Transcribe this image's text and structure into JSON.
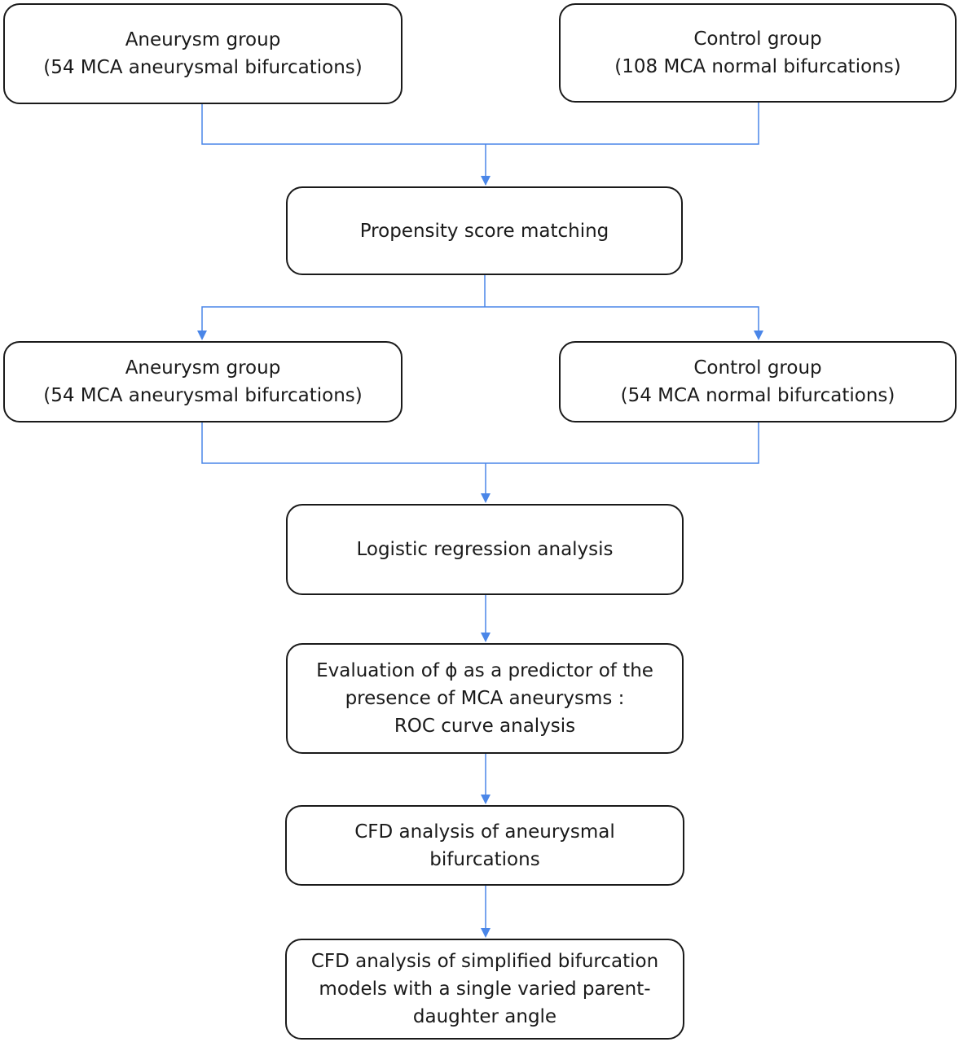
{
  "flowchart": {
    "boxes": [
      {
        "id": "aneurysm-group-initial",
        "lines": [
          "Aneurysm group",
          "(54 MCA aneurysmal bifurcations)"
        ]
      },
      {
        "id": "control-group-initial",
        "lines": [
          "Control group",
          "(108 MCA normal bifurcations)"
        ]
      },
      {
        "id": "propensity-score-matching",
        "lines": [
          "Propensity score matching"
        ]
      },
      {
        "id": "aneurysm-group-matched",
        "lines": [
          "Aneurysm group",
          "(54 MCA aneurysmal bifurcations)"
        ]
      },
      {
        "id": "control-group-matched",
        "lines": [
          "Control group",
          "(54 MCA normal bifurcations)"
        ]
      },
      {
        "id": "logistic-regression-analysis",
        "lines": [
          "Logistic regression analysis"
        ]
      },
      {
        "id": "roc-evaluation",
        "lines": [
          "Evaluation of ϕ as a predictor of the",
          "presence of MCA aneurysms :",
          "ROC curve analysis"
        ]
      },
      {
        "id": "cfd-aneurysmal",
        "lines": [
          "CFD analysis of aneurysmal",
          "bifurcations"
        ]
      },
      {
        "id": "cfd-simplified",
        "lines": [
          "CFD analysis of simplified bifurcation",
          "models with a single varied parent-",
          "daughter angle"
        ]
      }
    ],
    "colors": {
      "box_border": "#1a1a1a",
      "connector": "#4a86e8",
      "text": "#1a1a1a"
    }
  }
}
